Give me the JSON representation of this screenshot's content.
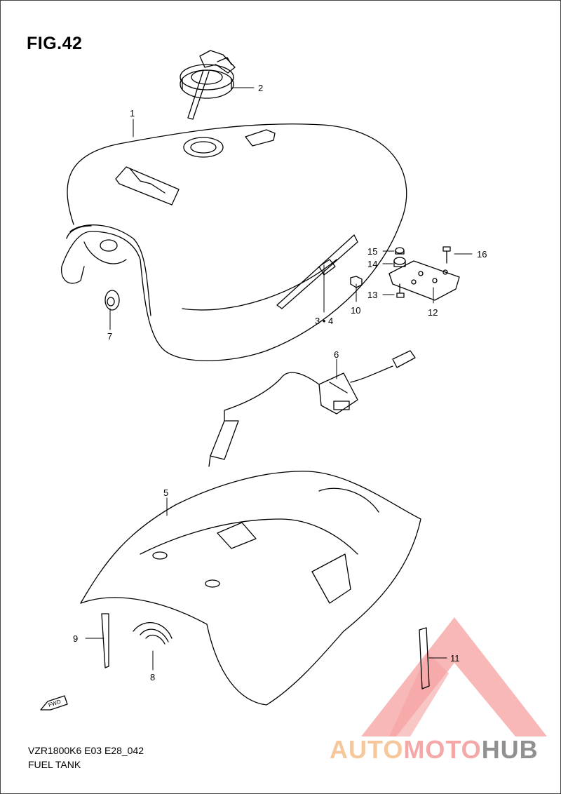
{
  "figure": {
    "title": "FIG.42",
    "code": "VZR1800K6 E03 E28_042",
    "name": "FUEL TANK"
  },
  "callouts": {
    "c1": "1",
    "c2": "2",
    "c34": "3 • 4",
    "c5": "5",
    "c6": "6",
    "c7": "7",
    "c8": "8",
    "c9": "9",
    "c10": "10",
    "c11": "11",
    "c12": "12",
    "c13": "13",
    "c14": "14",
    "c15": "15",
    "c16": "16"
  },
  "fwd_mark": "FWD",
  "watermark": {
    "part1": "AUTO",
    "part2": "MOTO",
    "part3": "HUB",
    "colors": {
      "triangle": "#f08080",
      "auto": "#f7c79c",
      "moto": "#f5a8a8",
      "hub": "#909090"
    }
  }
}
